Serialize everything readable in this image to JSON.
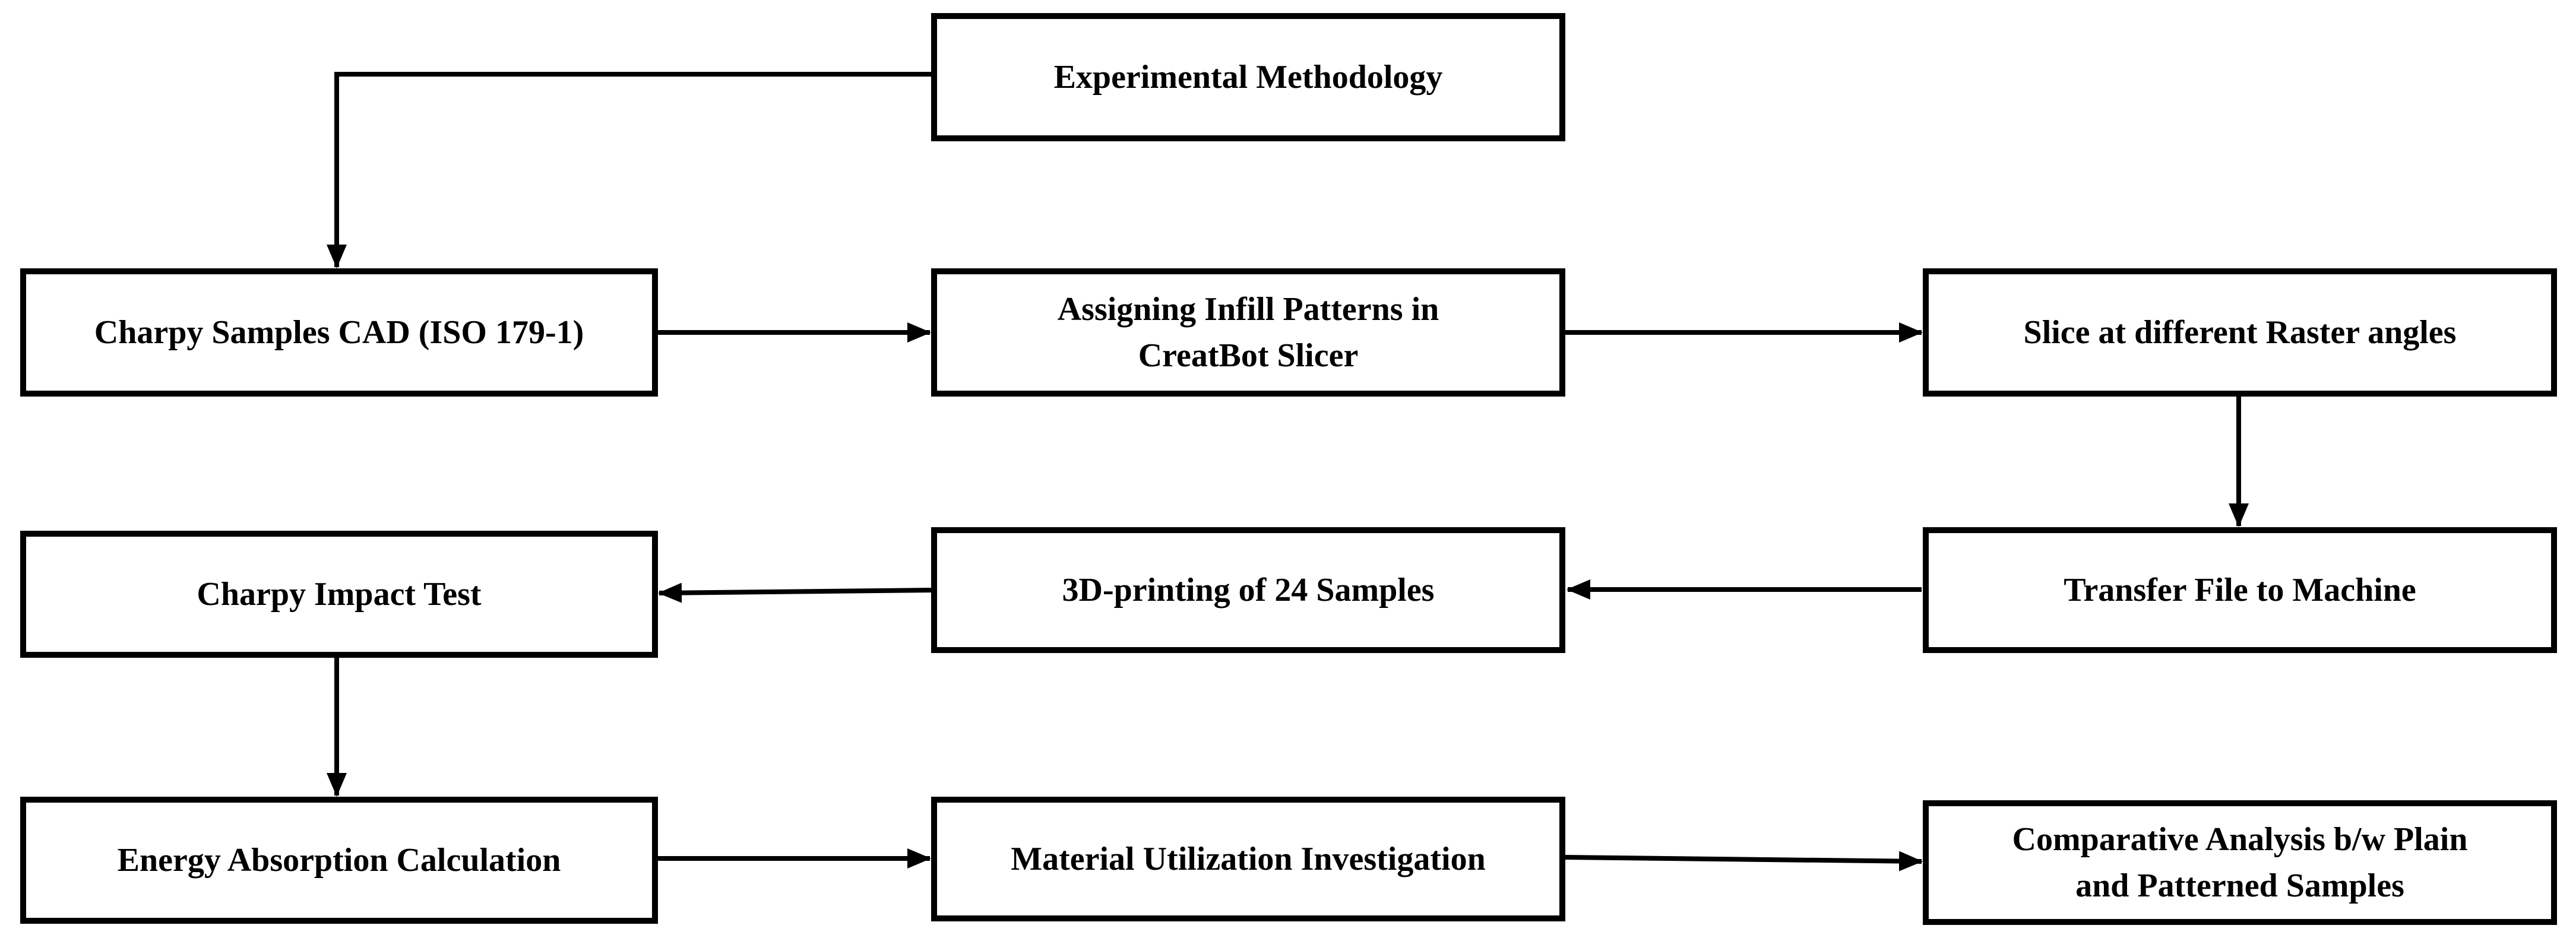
{
  "colors": {
    "stroke": "#000000",
    "background": "#ffffff",
    "text": "#000000"
  },
  "nodes": {
    "experimental_methodology": [
      "Experimental  Methodology"
    ],
    "charpy_samples_cad": [
      "Charpy  Samples CAD (ISO 179-1)"
    ],
    "assigning_infill": [
      "Assigning Infill  Patterns in",
      "CreatBot Slicer"
    ],
    "slice_raster": [
      "Slice at different  Raster angles"
    ],
    "transfer_file": [
      "Transfer  File to Machine"
    ],
    "printing_samples": [
      "3D-printing  of 24 Samples"
    ],
    "charpy_impact": [
      "Charpy  Impact Test"
    ],
    "energy_absorption": [
      "Energy Absorption  Calculation"
    ],
    "material_utilization": [
      "Material  Utilization  Investigation"
    ],
    "comparative_analysis": [
      "Comparative  Analysis  b/w Plain",
      "and Patterned Samples"
    ]
  },
  "edges": [
    [
      "experimental_methodology",
      "charpy_samples_cad"
    ],
    [
      "charpy_samples_cad",
      "assigning_infill"
    ],
    [
      "assigning_infill",
      "slice_raster"
    ],
    [
      "slice_raster",
      "transfer_file"
    ],
    [
      "transfer_file",
      "printing_samples"
    ],
    [
      "printing_samples",
      "charpy_impact"
    ],
    [
      "charpy_impact",
      "energy_absorption"
    ],
    [
      "energy_absorption",
      "material_utilization"
    ],
    [
      "material_utilization",
      "comparative_analysis"
    ]
  ]
}
